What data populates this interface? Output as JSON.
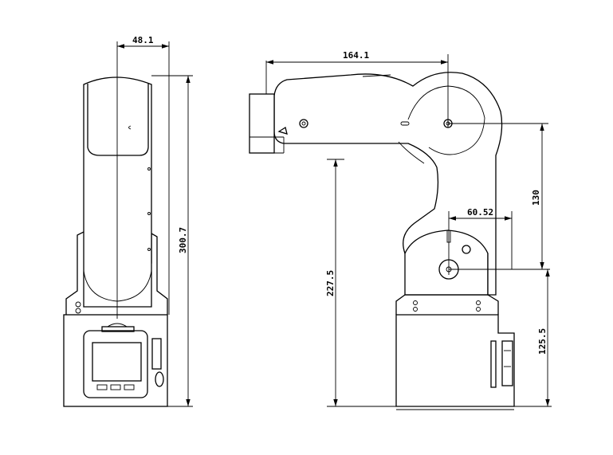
{
  "dimensions": {
    "front_width": "48.1",
    "front_height": "300.7",
    "side_reach": "164.1",
    "upper_arm": "130",
    "joint_offset": "60.52",
    "shoulder_height": "227.5",
    "base_height": "125.5"
  },
  "colors": {
    "line": "#000000",
    "background": "#ffffff"
  }
}
